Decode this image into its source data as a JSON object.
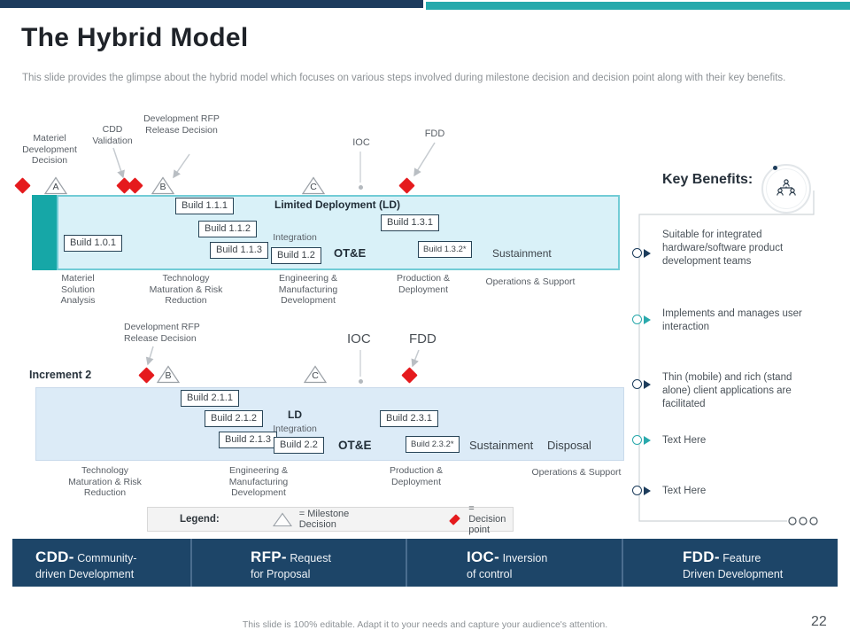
{
  "slide": {
    "title": "The Hybrid Model",
    "subtitle": "This slide provides the glimpse about the hybrid model which focuses on various steps involved during milestone decision and decision point along with their key benefits.",
    "footer_note": "This slide is 100% editable. Adapt it to your needs and capture your audience's attention.",
    "page_number": "22"
  },
  "increment1": {
    "labels": {
      "materiel_development_decision": "Materiel Development Decision",
      "cdd_validation": "CDD Validation",
      "dev_rfp_release_decision": "Development RFP Release Decision",
      "ioc": "IOC",
      "fdd": "FDD"
    },
    "milestones": {
      "a": "A",
      "b": "B",
      "c": "C"
    },
    "builds": [
      "Build 1.0.1",
      "Build 1.1.1",
      "Build 1.1.2",
      "Build 1.1.3",
      "Build 1.2",
      "Build 1.3.1",
      "Build 1.3.2*"
    ],
    "band": {
      "limited_deployment": "Limited Deployment (LD)",
      "integration": "Integration",
      "ote": "OT&E",
      "sustainment": "Sustainment"
    },
    "phases": [
      "Materiel Solution Analysis",
      "Technology Maturation & Risk Reduction",
      "Engineering & Manufacturing Development",
      "Production & Deployment",
      "Operations & Support"
    ]
  },
  "increment2": {
    "row_label": "Increment 2",
    "labels": {
      "dev_rfp_release_decision": "Development RFP Release Decision",
      "ioc": "IOC",
      "fdd": "FDD"
    },
    "milestones": {
      "b": "B",
      "c": "C"
    },
    "builds": [
      "Build 2.1.1",
      "Build 2.1.2",
      "Build 2.1.3",
      "Build 2.2",
      "Build 2.3.1",
      "Build 2.3.2*"
    ],
    "band": {
      "ld": "LD",
      "integration": "Integration",
      "ote": "OT&E",
      "sustainment": "Sustainment",
      "disposal": "Disposal"
    },
    "phases": [
      "Technology Maturation & Risk Reduction",
      "Engineering & Manufacturing Development",
      "Production & Deployment",
      "Operations & Support"
    ]
  },
  "legend": {
    "title": "Legend:",
    "milestone_label": "= Milestone Decision",
    "decision_label": "= Decision point"
  },
  "key_benefits": {
    "title": "Key Benefits:",
    "icon": "team-hierarchy-icon",
    "items": [
      {
        "text": "Suitable for integrated hardware/software product development teams",
        "accent": "#1d3d5c"
      },
      {
        "text": "Implements and manages user interaction",
        "accent": "#2aa9ac"
      },
      {
        "text": "Thin (mobile) and rich (stand alone) client applications are facilitated",
        "accent": "#1d3d5c"
      },
      {
        "text": "Text Here",
        "accent": "#2aa9ac"
      },
      {
        "text": "Text Here",
        "accent": "#1d3d5c"
      }
    ]
  },
  "acronyms": [
    {
      "abbr": "CDD-",
      "rest": "Community-",
      "line2": "driven Development"
    },
    {
      "abbr": "RFP-",
      "rest": "Request",
      "line2": "for Proposal"
    },
    {
      "abbr": "IOC-",
      "rest": "Inversion",
      "line2": "of control"
    },
    {
      "abbr": "FDD-",
      "rest": "Feature",
      "line2": "Driven Development"
    }
  ],
  "colors": {
    "navy": "#1d4568",
    "teal": "#25a9ac",
    "red": "#e51a1d",
    "band1_fill": "#d9f1f8",
    "band1_border": "#72ccd6",
    "band2_fill": "#dcebf7"
  }
}
